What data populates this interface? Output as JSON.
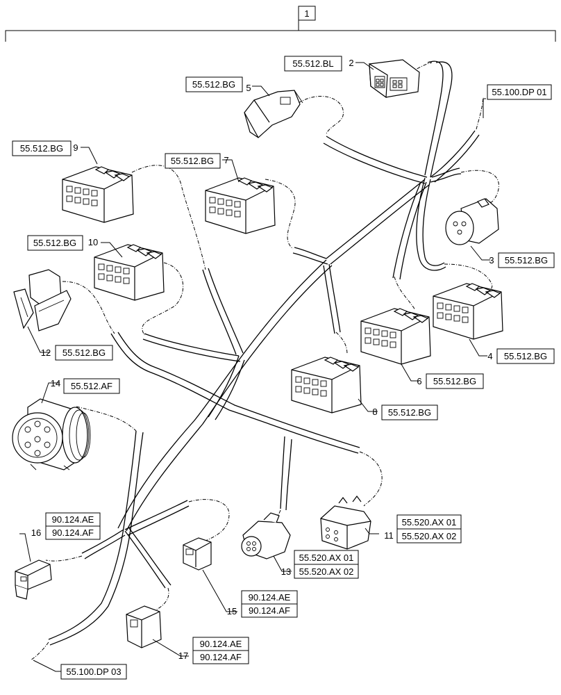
{
  "assembly": {
    "number": "1"
  },
  "callouts": [
    {
      "id": "c2",
      "number": "2",
      "refs": [
        "55.512.BL"
      ]
    },
    {
      "id": "c3",
      "number": "3",
      "refs": [
        "55.512.BG"
      ]
    },
    {
      "id": "c4",
      "number": "4",
      "refs": [
        "55.512.BG"
      ]
    },
    {
      "id": "c5",
      "number": "5",
      "refs": [
        "55.512.BG"
      ]
    },
    {
      "id": "c6",
      "number": "6",
      "refs": [
        "55.512.BG"
      ]
    },
    {
      "id": "c7",
      "number": "7",
      "refs": [
        "55.512.BG"
      ]
    },
    {
      "id": "c8",
      "number": "8",
      "refs": [
        "55.512.BG"
      ]
    },
    {
      "id": "c9",
      "number": "9",
      "refs": [
        "55.512.BG"
      ]
    },
    {
      "id": "c10",
      "number": "10",
      "refs": [
        "55.512.BG"
      ]
    },
    {
      "id": "c11",
      "number": "11",
      "refs": [
        "55.520.AX 01",
        "55.520.AX 02"
      ]
    },
    {
      "id": "c12",
      "number": "12",
      "refs": [
        "55.512.BG"
      ]
    },
    {
      "id": "c13",
      "number": "13",
      "refs": [
        "55.520.AX 01",
        "55.520.AX 02"
      ]
    },
    {
      "id": "c14",
      "number": "14",
      "refs": [
        "55.512.AF"
      ]
    },
    {
      "id": "c15",
      "number": "15",
      "refs": [
        "90.124.AE",
        "90.124.AF"
      ]
    },
    {
      "id": "c16",
      "number": "16",
      "refs": [
        "90.124.AE",
        "90.124.AF"
      ]
    },
    {
      "id": "c17",
      "number": "17",
      "refs": [
        "90.124.AE",
        "90.124.AF"
      ]
    }
  ],
  "continuations": [
    {
      "id": "dp01",
      "ref": "55.100.DP 01"
    },
    {
      "id": "dp03",
      "ref": "55.100.DP 03"
    }
  ]
}
